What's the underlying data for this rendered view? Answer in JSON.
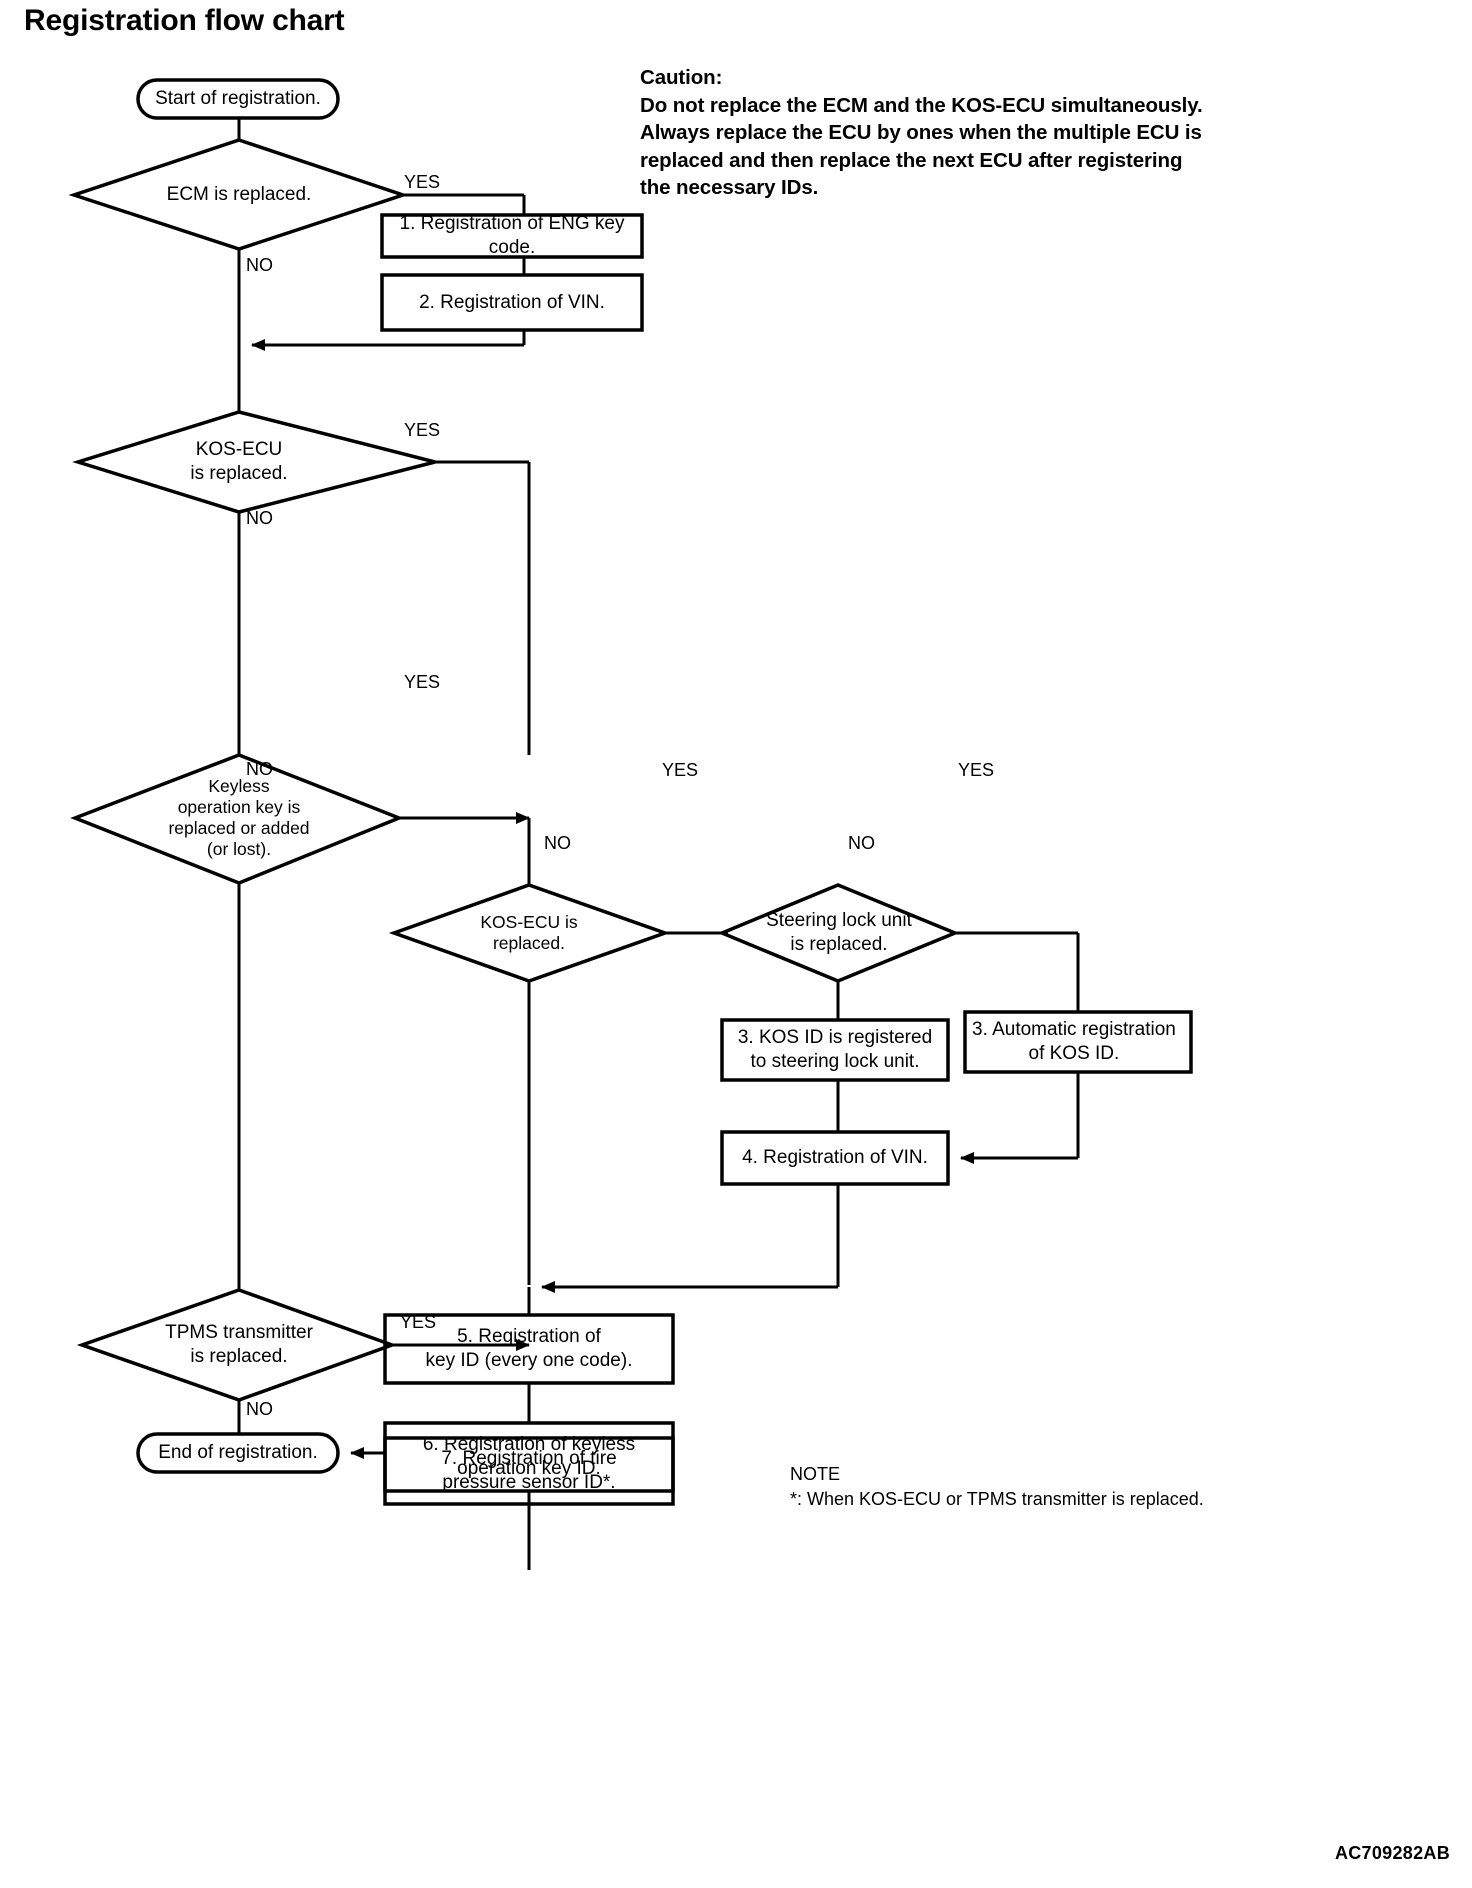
{
  "page": {
    "title": "Registration flow chart",
    "reference_code": "AC709282AB"
  },
  "caution": {
    "heading": "Caution:",
    "text": "Caution:\nDo not replace the ECM and the KOS-ECU simultaneously.\nAlways replace the ECU by ones when the multiple ECU is\nreplaced and then replace the next ECU after registering\nthe necessary IDs."
  },
  "note": {
    "text": "NOTE\n*: When KOS-ECU or TPMS transmitter is replaced."
  },
  "chart_data": {
    "type": "diagram",
    "title": "Registration flow chart",
    "nodes": [
      {
        "id": "start",
        "shape": "terminator",
        "text": "Start of registration."
      },
      {
        "id": "d_ecm",
        "shape": "decision",
        "text": "ECM is replaced."
      },
      {
        "id": "p1",
        "shape": "process",
        "text": "1. Registration of ENG key code."
      },
      {
        "id": "p2",
        "shape": "process",
        "text": "2. Registration of VIN."
      },
      {
        "id": "d_kos",
        "shape": "decision",
        "text": "KOS-ECU\nis replaced."
      },
      {
        "id": "d_keyless",
        "shape": "decision",
        "text": "Keyless\noperation key is\nreplaced or added\n(or lost)."
      },
      {
        "id": "d_kos2",
        "shape": "decision",
        "text": "KOS-ECU is\nreplaced."
      },
      {
        "id": "d_steer",
        "shape": "decision",
        "text": "Steering lock unit\nis replaced."
      },
      {
        "id": "p3a",
        "shape": "process",
        "text": "3. KOS ID is registered\nto steering lock unit."
      },
      {
        "id": "p3b",
        "shape": "process",
        "text": "3. Automatic registration\nof KOS ID."
      },
      {
        "id": "p4",
        "shape": "process",
        "text": "4. Registration of VIN."
      },
      {
        "id": "p5",
        "shape": "process",
        "text": "5. Registration of\nkey ID (every one code)."
      },
      {
        "id": "p6",
        "shape": "process",
        "text": "6. Registration of keyless\noperation key ID."
      },
      {
        "id": "d_tpms",
        "shape": "decision",
        "text": "TPMS transmitter\nis replaced."
      },
      {
        "id": "p7",
        "shape": "process",
        "text": "7. Registration of tire\npressure sensor ID*."
      },
      {
        "id": "end",
        "shape": "terminator",
        "text": "End of registration."
      }
    ],
    "edge_labels": {
      "ecm_yes": "YES",
      "ecm_no": "NO",
      "kos_yes": "YES",
      "kos_no": "NO",
      "keyless_yes": "YES",
      "keyless_no": "NO",
      "kos2_yes": "YES",
      "kos2_no": "NO",
      "steer_yes": "YES",
      "steer_no": "NO",
      "tpms_yes": "YES",
      "tpms_no": "NO"
    },
    "edges": [
      {
        "from": "start",
        "to": "d_ecm",
        "label": ""
      },
      {
        "from": "d_ecm",
        "to": "p1",
        "label": "YES"
      },
      {
        "from": "p1",
        "to": "p2",
        "label": ""
      },
      {
        "from": "p2",
        "to": "d_kos",
        "label": ""
      },
      {
        "from": "d_ecm",
        "to": "d_kos",
        "label": "NO"
      },
      {
        "from": "d_kos",
        "to": "d_kos2",
        "label": "YES"
      },
      {
        "from": "d_kos",
        "to": "d_keyless",
        "label": "NO"
      },
      {
        "from": "d_keyless",
        "to": "d_kos2",
        "label": "YES"
      },
      {
        "from": "d_keyless",
        "to": "d_tpms",
        "label": "NO"
      },
      {
        "from": "d_kos2",
        "to": "d_steer",
        "label": "YES"
      },
      {
        "from": "d_kos2",
        "to": "p5",
        "label": "NO"
      },
      {
        "from": "d_steer",
        "to": "p3b",
        "label": "YES"
      },
      {
        "from": "d_steer",
        "to": "p3a",
        "label": "NO"
      },
      {
        "from": "p3a",
        "to": "p4",
        "label": ""
      },
      {
        "from": "p3b",
        "to": "p4",
        "label": ""
      },
      {
        "from": "p4",
        "to": "p5",
        "label": ""
      },
      {
        "from": "p5",
        "to": "p6",
        "label": ""
      },
      {
        "from": "p6",
        "to": "p7",
        "label": ""
      },
      {
        "from": "d_tpms",
        "to": "p7",
        "label": "YES"
      },
      {
        "from": "d_tpms",
        "to": "end",
        "label": "NO"
      },
      {
        "from": "p7",
        "to": "end",
        "label": ""
      }
    ]
  }
}
